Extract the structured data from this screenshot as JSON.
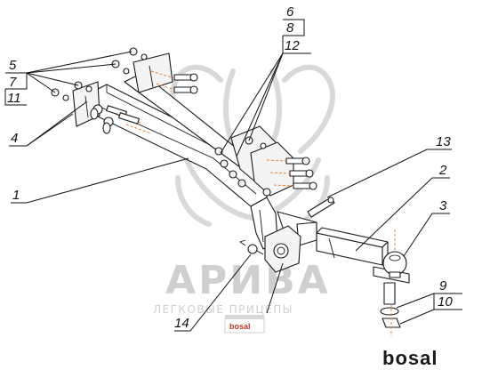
{
  "callouts": {
    "c1": "1",
    "c2": "2",
    "c3": "3",
    "c4": "4",
    "c5": "5",
    "c6": "6",
    "c7": "7",
    "c8": "8",
    "c9": "9",
    "c10": "10",
    "c11": "11",
    "c12": "12",
    "c13": "13",
    "c14": "14"
  },
  "watermark": {
    "title": "АРИВА",
    "subtitle": "ЛЕГКОВЫЕ ПРИЦЕПЫ",
    "badge": "bosal"
  },
  "brand": {
    "logo": "bosal"
  },
  "colors": {
    "line": "#1a1a1a",
    "axis_accent": "#e8843a",
    "watermark": "#cfcfcf"
  }
}
